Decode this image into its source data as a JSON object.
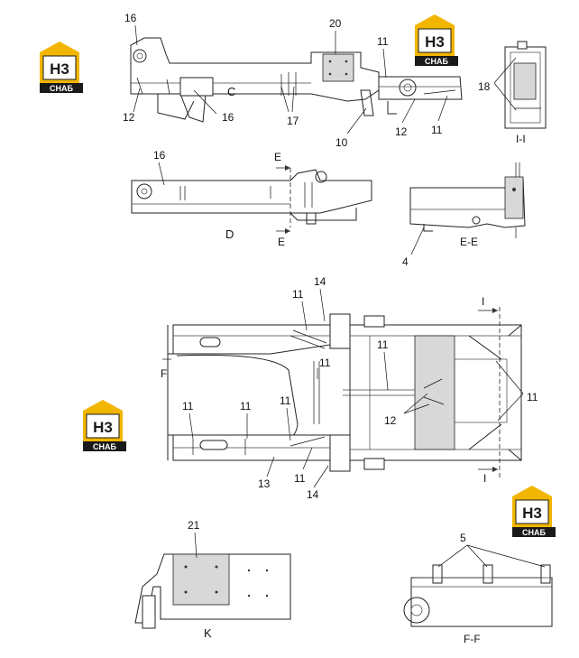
{
  "logo": {
    "mark": "H3",
    "brand": "CHAБ",
    "accent": "#f2b600",
    "dark": "#1a1a1a"
  },
  "callouts": {
    "c16a": "16",
    "c20": "20",
    "c11a": "11",
    "c18": "18",
    "c12a": "12",
    "c16b": "16",
    "c17": "17",
    "c10": "10",
    "c12b": "12",
    "c11b": "11",
    "c16c": "16",
    "c4": "4",
    "c11c": "11",
    "c14a": "14",
    "c11d": "11",
    "c11e": "11",
    "c11f": "11",
    "c12c": "12",
    "c11g": "11",
    "c11h": "11",
    "c11i": "11",
    "c13": "13",
    "c11j": "11",
    "c14b": "14",
    "c21": "21",
    "c5": "5"
  },
  "views": {
    "C": "C",
    "D": "D",
    "E_top": "E",
    "E_bot": "E",
    "EE": "E-E",
    "II": "I-I",
    "I_top": "I",
    "I_bot": "I",
    "F": "F",
    "K": "K",
    "FF": "F-F"
  }
}
